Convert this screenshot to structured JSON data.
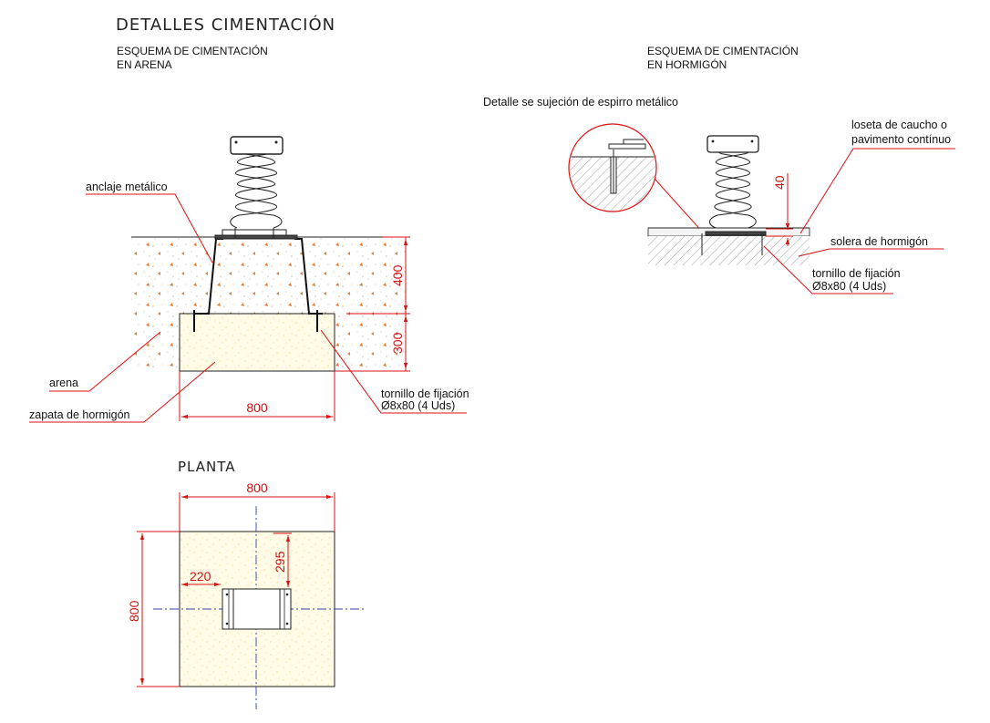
{
  "title": "DETALLES CIMENTACIÓN",
  "left_scheme": {
    "heading_line1": "ESQUEMA DE CIMENTACIÓN",
    "heading_line2": "EN ARENA",
    "labels": {
      "anclaje": "anclaje metálico",
      "arena": "arena",
      "zapata": "zapata de hormigón",
      "tornillo_line1": "tornillo de fijación",
      "tornillo_line2": "Ø8x80 (4 Uds)"
    },
    "dims": {
      "h_top": "400",
      "h_bottom": "300",
      "width": "800"
    }
  },
  "right_scheme": {
    "heading_line1": "ESQUEMA DE CIMENTACIÓN",
    "heading_line2": "EN HORMIGÓN",
    "detail_caption": "Detalle se sujeción de espirro metálico",
    "labels": {
      "loseta_line1": "loseta de caucho o",
      "loseta_line2": "pavimento contínuo",
      "solera": "solera de hormigón",
      "tornillo_line1": "tornillo de fijación",
      "tornillo_line2": "Ø8x80 (4 Uds)"
    },
    "dims": {
      "h": "40"
    }
  },
  "plan": {
    "heading": "PLANTA",
    "dims": {
      "top": "800",
      "left": "800",
      "offset_x": "220",
      "offset_y": "295"
    }
  },
  "colors": {
    "dimension": "#cc1111",
    "line": "#222222",
    "sand_dot": "#d2691e",
    "concrete_fill": "#fffbe6"
  }
}
